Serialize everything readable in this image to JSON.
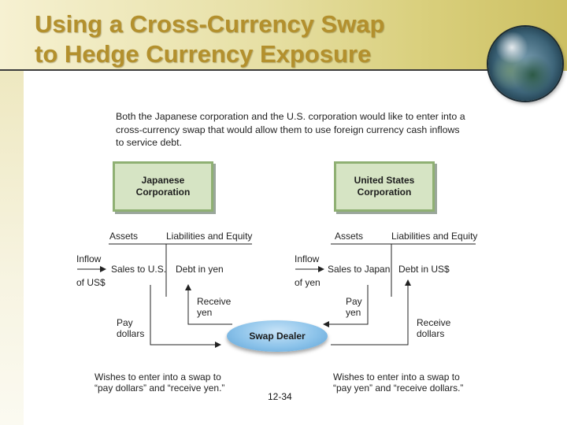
{
  "title": "Using a Cross-Currency Swap\nto Hedge Currency Exposure",
  "intro": "Both the Japanese corporation and the U.S. corporation would like to enter into a cross-currency swap that would allow them to use foreign currency cash inflows to service debt.",
  "left": {
    "corporation": "Japanese\nCorporation",
    "assets_header": "Assets",
    "liabilities_header": "Liabilities and Equity",
    "inflow": "Inflow",
    "inflow_of": "of US$",
    "sales": "Sales to U.S.",
    "debt": "Debt in yen",
    "receive": "Receive\nyen",
    "pay": "Pay\ndollars",
    "wish": "Wishes to enter into a swap to\n“pay dollars” and “receive yen.”"
  },
  "right": {
    "corporation": "United States\nCorporation",
    "assets_header": "Assets",
    "liabilities_header": "Liabilities and Equity",
    "inflow": "Inflow",
    "inflow_of": "of yen",
    "sales": "Sales to Japan",
    "debt": "Debt in US$",
    "pay": "Pay\nyen",
    "receive": "Receive\ndollars",
    "wish": "Wishes to enter into a swap to\n“pay yen” and “receive dollars.”"
  },
  "dealer": "Swap Dealer",
  "slide_number": "12-34",
  "colors": {
    "title": "#b3902d",
    "corp_fill": "#d6e4c4",
    "corp_border": "#8fb073",
    "dealer_fill": "#8cc3ea"
  }
}
